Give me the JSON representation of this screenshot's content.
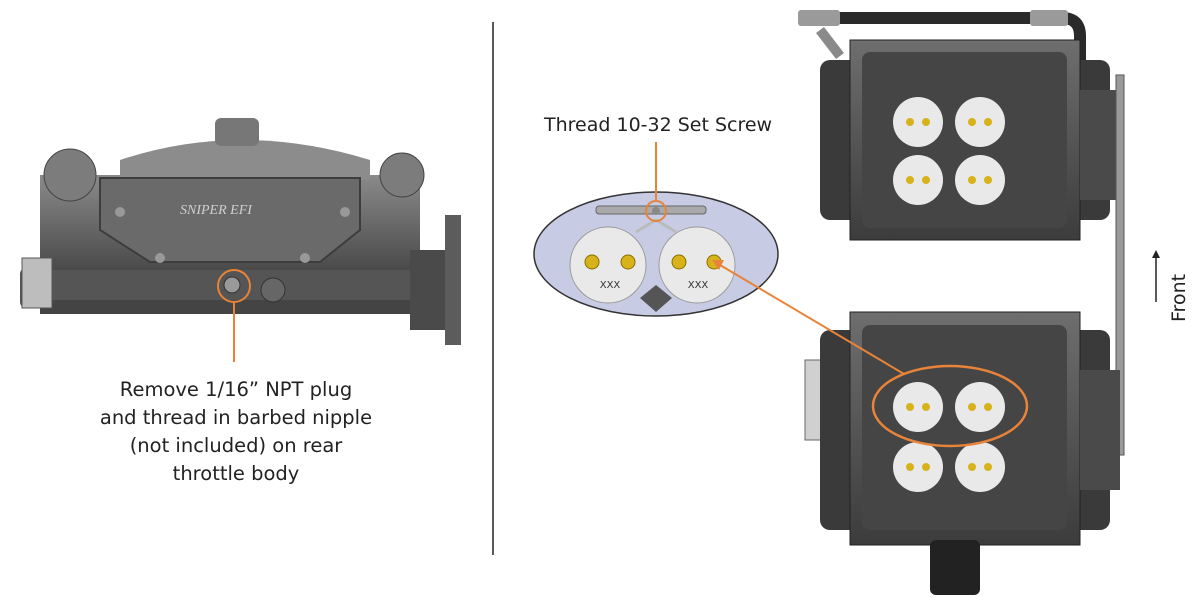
{
  "labels": {
    "left_caption": [
      "Remove 1/16” NPT plug",
      "and thread in barbed nipple",
      "(not included) on rear",
      "throttle body"
    ],
    "thread_callout": "Thread 10-32 Set Screw",
    "front": "Front",
    "inset_port_labels": [
      "XXX",
      "XXX"
    ],
    "logo_text": "SNIPER EFI"
  },
  "colors": {
    "callout_orange": "#e8833a",
    "body_dark": "#3a3a3a",
    "body_mid": "#5a5a5a",
    "inset_fill": "#c7cce4",
    "port_white": "#e9e9e9",
    "screw_gold": "#d8b21a"
  }
}
